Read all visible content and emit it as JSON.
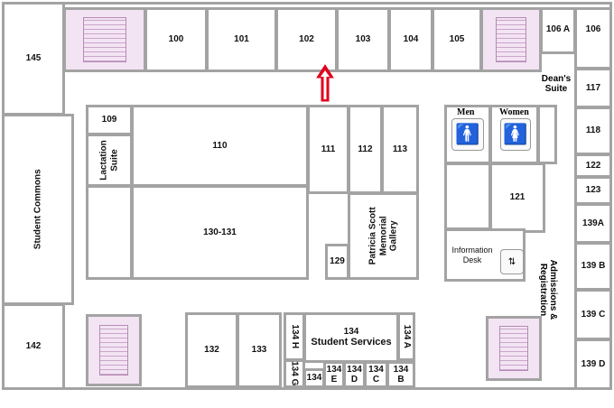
{
  "rooms": {
    "r145": "145",
    "r100": "100",
    "r101": "101",
    "r102": "102",
    "r103": "103",
    "r104": "104",
    "r105": "105",
    "r106a": "106 A",
    "r106": "106",
    "deans": "Dean's Suite",
    "r117": "117",
    "r118": "118",
    "r122": "122",
    "r123": "123",
    "r139a": "139A",
    "r139b": "139 B",
    "r139c": "139 C",
    "r139d": "139 D",
    "r109": "109",
    "lactation": "Lactation Suite",
    "r110": "110",
    "r130": "130-131",
    "commons": "Student Commons",
    "r111": "111",
    "r112": "112",
    "r113": "113",
    "gallery": "Patricia Scott Memorial Gallery",
    "r129": "129",
    "men": "Men",
    "women": "Women",
    "r121": "121",
    "info": "Information Desk",
    "admissions": "Admissions & Registration",
    "r142": "142",
    "r132": "132",
    "r133": "133",
    "r134h": "134 H",
    "r134g": "134 G",
    "r134": "134",
    "services": "Student Services",
    "r134a": "134 A",
    "r134s": "134",
    "r134e": "134 E",
    "r134d": "134 D",
    "r134c": "134 C",
    "r134b": "134 B"
  },
  "colors": {
    "wall": "#a3a3a3",
    "stair": "#f3e4f3",
    "you_are_here": "#e0001b"
  },
  "icons": [
    "stairs-icon",
    "men-restroom-icon",
    "women-restroom-icon",
    "elevator-icon",
    "you-are-here-arrow-icon"
  ]
}
